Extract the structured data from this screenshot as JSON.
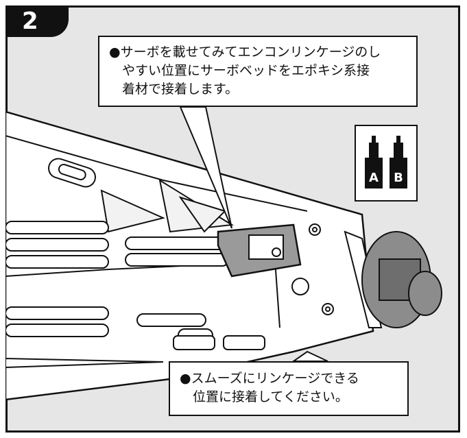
{
  "step": {
    "number": "2"
  },
  "callout_top": {
    "lines": [
      "●サーボを載せてみてエンコンリンケージのし",
      "やすい位置にサーボベッドをエポキシ系接",
      "着材で接着します。"
    ]
  },
  "callout_bottom": {
    "lines": [
      "●スムーズにリンケージできる",
      "位置に接着してください。"
    ]
  },
  "adhesive_icon": {
    "label_a": "A",
    "label_b": "B"
  },
  "colors": {
    "frame_bg": "#e6e6e6",
    "outline": "#111111",
    "panel": "#ffffff",
    "servo": "#7a7a7a"
  }
}
